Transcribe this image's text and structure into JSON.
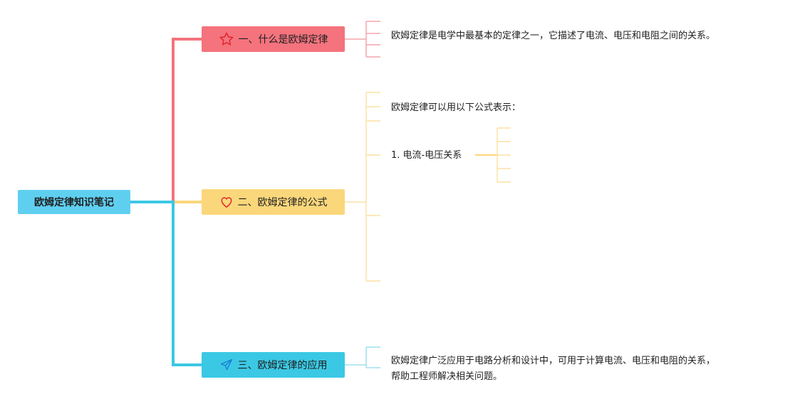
{
  "mindmap": {
    "root": {
      "label": "欧姆定律知识笔记"
    },
    "branches": [
      {
        "label": "一、什么是欧姆定律",
        "icon": "star-icon",
        "color": "#f4737d",
        "notes": [
          "欧姆定律是电学中最基本的定律之一，它描述了电流、电压和电阻之间的关系。"
        ]
      },
      {
        "label": "二、欧姆定律的公式",
        "icon": "heart-icon",
        "color": "#fbd77b",
        "notes": [
          "欧姆定律可以用以下公式表示：",
          "1. 电流-电压关系"
        ]
      },
      {
        "label": "三、欧姆定律的应用",
        "icon": "paper-plane-icon",
        "color": "#3bc8e4",
        "notes": [
          "欧姆定律广泛应用于电路分析和设计中，可用于计算电流、电压和电阻的关系，",
          "帮助工程师解决相关问题。"
        ]
      }
    ],
    "root_color": "#5fcff0"
  }
}
